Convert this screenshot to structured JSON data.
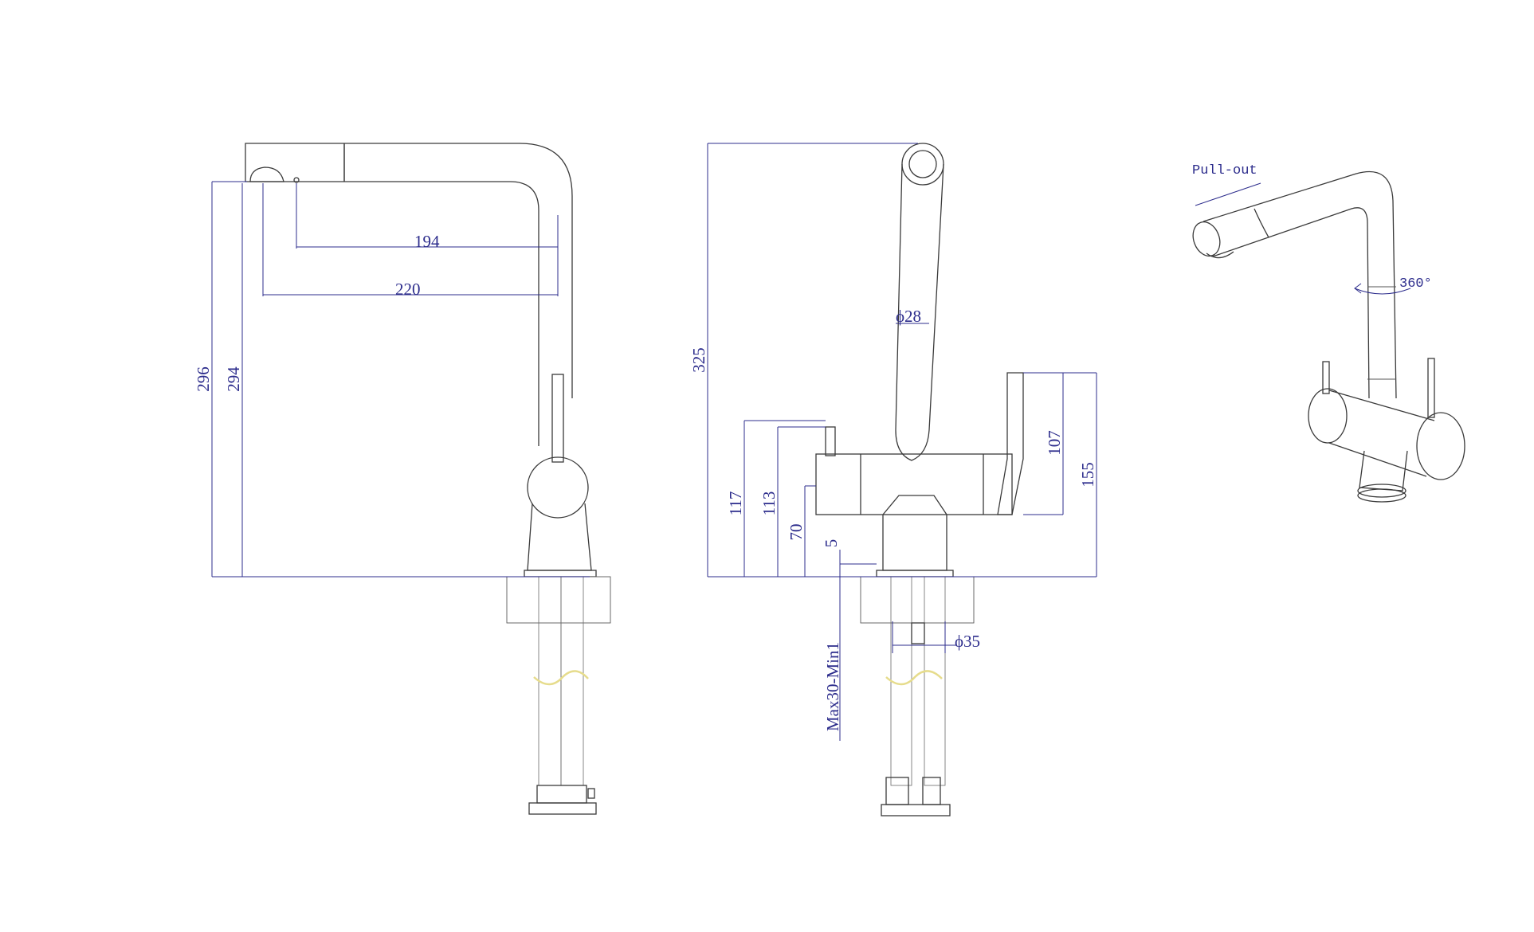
{
  "colors": {
    "line": "#3a3a3a",
    "dimension": "#2c2c8c",
    "wave_mark": "#e6dc8c"
  },
  "side_view": {
    "dim_194": "194",
    "dim_220": "220",
    "dim_296": "296",
    "dim_294": "294"
  },
  "front_view": {
    "dim_325": "325",
    "dim_phi28": "ϕ28",
    "dim_117": "117",
    "dim_113": "113",
    "dim_70": "70",
    "dim_5": "5",
    "dim_107": "107",
    "dim_155": "155",
    "dim_phi35": "ϕ35",
    "dim_thickness": "Max30-Min1"
  },
  "iso_view": {
    "pull_out_label": "Pull-out",
    "rotation_label": "360°"
  }
}
